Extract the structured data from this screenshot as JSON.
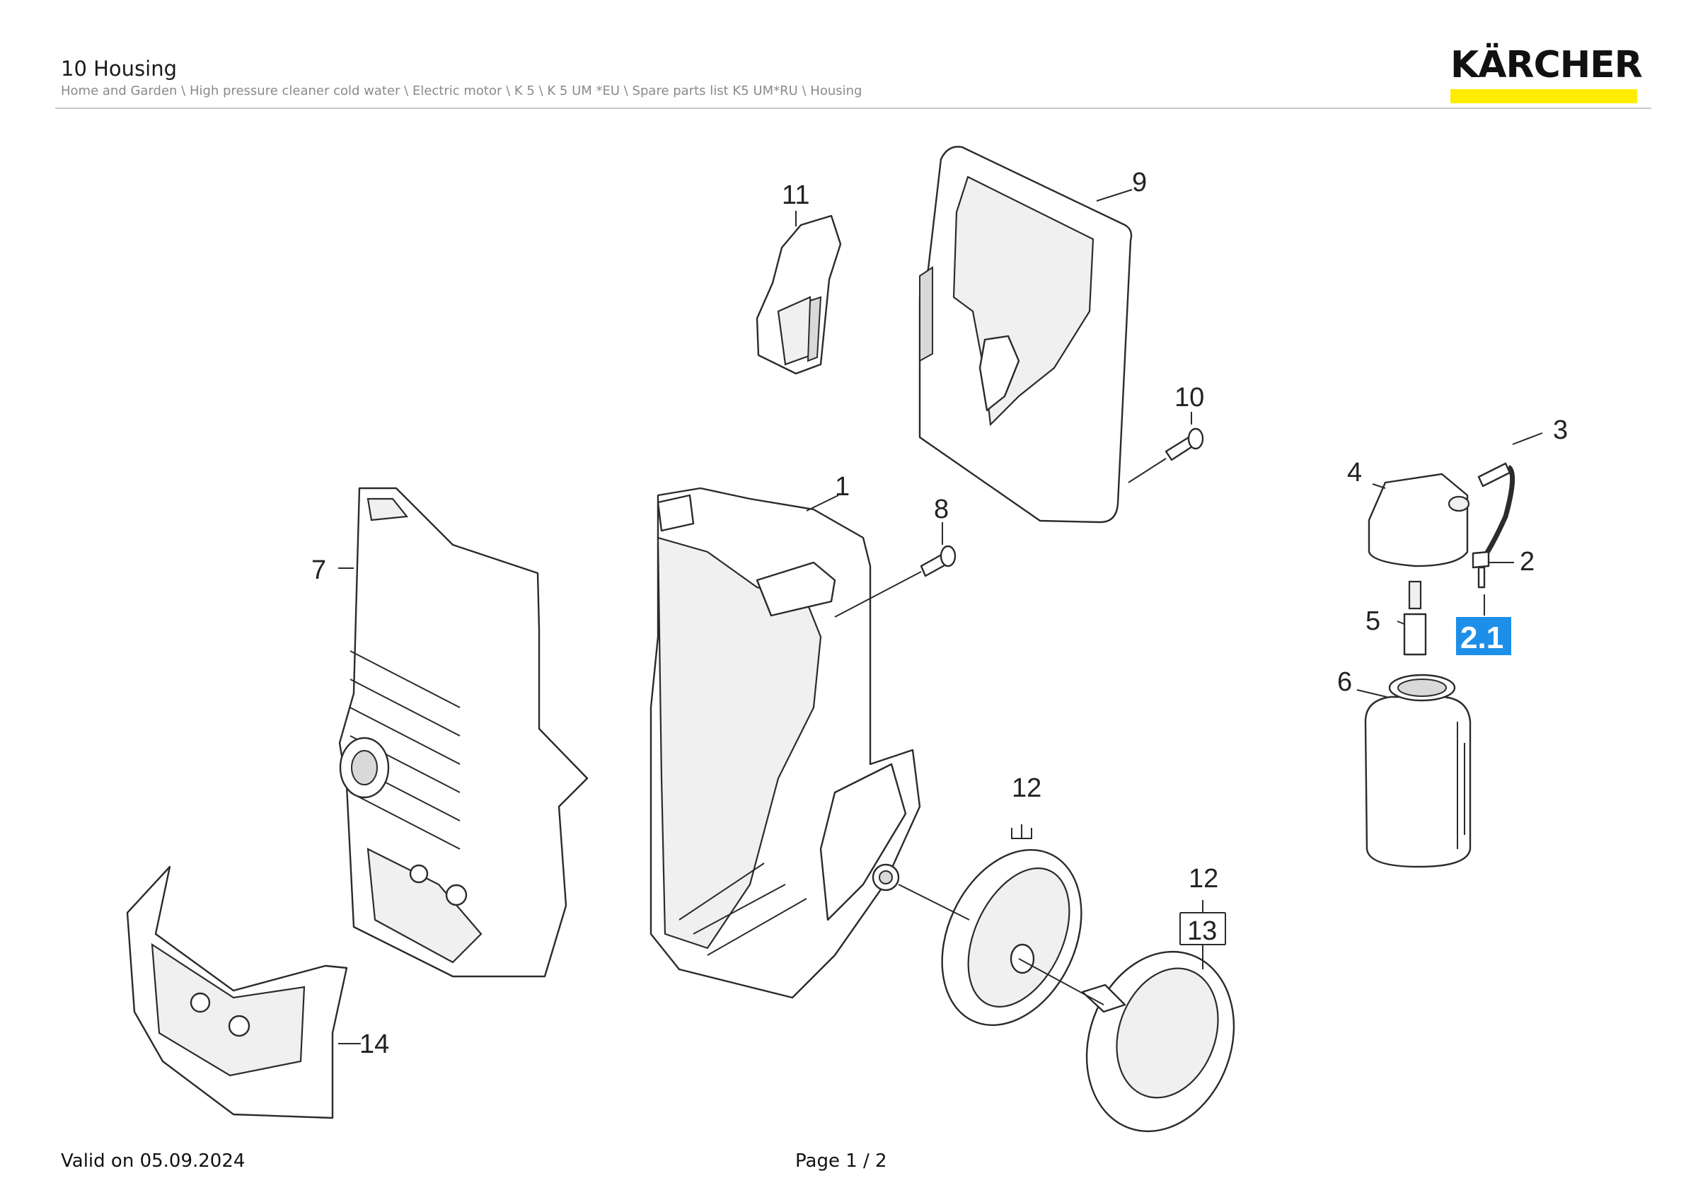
{
  "header": {
    "title": "10 Housing",
    "breadcrumb": "Home and Garden \\ High pressure cleaner cold water \\ Electric motor \\ K 5 \\ K 5 UM *EU \\ Spare parts list K5 UM*RU \\ Housing"
  },
  "logo": {
    "text": "KÄRCHER",
    "bar_color": "#ffed00"
  },
  "callouts": {
    "c1": "1",
    "c2": "2",
    "c2_1": "2.1",
    "c3": "3",
    "c4": "4",
    "c5": "5",
    "c6": "6",
    "c7": "7",
    "c8": "8",
    "c9": "9",
    "c10": "10",
    "c11": "11",
    "c12a": "12",
    "c12b": "12",
    "c13": "13",
    "c14": "14"
  },
  "highlight_color": "#1e8fe8",
  "footer": {
    "valid": "Valid on 05.09.2024",
    "page": "Page 1 / 2"
  }
}
